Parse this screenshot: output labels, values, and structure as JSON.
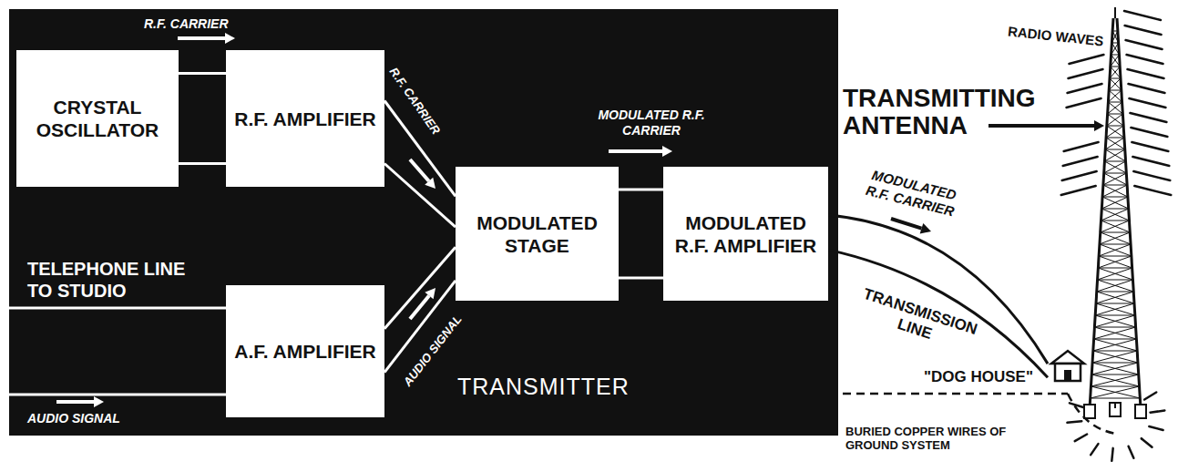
{
  "diagram": {
    "nodes": [
      {
        "text": [
          "TRANSMITTER"
        ]
      },
      {
        "text": [
          "CRYSTAL OSCILLATOR"
        ],
        "in": 0
      },
      {
        "text": [
          "R.F. AMPLIFIER"
        ],
        "in": 0
      },
      {
        "text": [
          "MODULATED STAGE"
        ],
        "in": 0
      },
      {
        "text": [
          "MODULATED R.F. AMPLIFIER"
        ],
        "in": 0
      },
      {
        "text": [
          "A.F. AMPLIFIER"
        ],
        "in": 0
      },
      {
        "text": [
          "\"DOG HOUSE\""
        ]
      }
    ],
    "edges": [
      {
        "from": 1,
        "to": 2,
        "label": "R.F. CARRIER",
        "arrow": "to"
      },
      {
        "from": 2,
        "to": 3,
        "label": "R.F. CARRIER",
        "arrow": "to"
      },
      {
        "from": 5,
        "to": 3,
        "label": "AUDIO SIGNAL",
        "arrow": "to"
      },
      {
        "from": 3,
        "to": 4,
        "label": "MODULATED R.F. CARRIER",
        "arrow": "to"
      },
      {
        "from": 4,
        "to": 6,
        "label": "TRANSMISSION LINE",
        "arrow": "none"
      }
    ],
    "labels": [
      "RADIO WAVES",
      "TRANSMITTING ANTENNA",
      "TELEPHONE LINE TO STUDIO",
      "AUDIO SIGNAL",
      "MODULATED R.F. CARRIER",
      "BURIED COPPER WIRES OF GROUND SYSTEM"
    ]
  }
}
